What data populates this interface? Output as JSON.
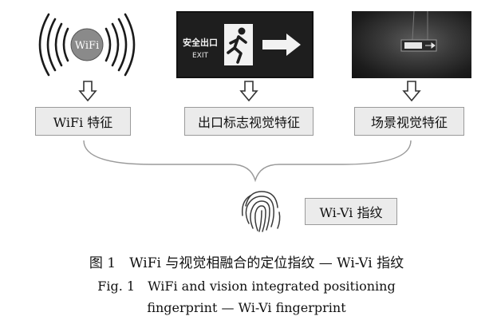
{
  "boxes": {
    "wifi": "WiFi 特征",
    "exit_sign": "出口标志视觉特征",
    "scene": "场景视觉特征",
    "result": "Wi-Vi 指纹"
  },
  "wifi_icon_text": "WiFi",
  "exit_sign_image": {
    "chinese_text": "安全出口",
    "english_text": "EXIT"
  },
  "caption": {
    "cn_line": "图 1　WiFi 与视觉相融合的定位指纹 — Wi-Vi 指纹",
    "en_line1": "Fig. 1　WiFi and vision integrated positioning",
    "en_line2": "fingerprint — Wi-Vi fingerprint"
  }
}
